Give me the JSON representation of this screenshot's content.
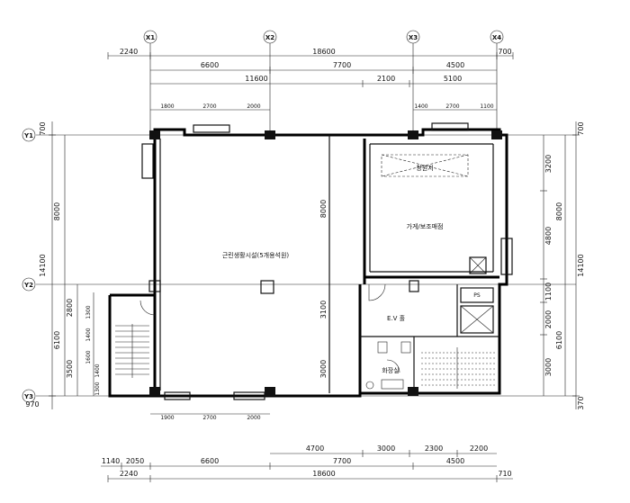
{
  "axes": {
    "x": [
      "X1",
      "X2",
      "X3",
      "X4"
    ],
    "y": [
      "Y1",
      "Y2",
      "Y3"
    ]
  },
  "top_dims": {
    "row1": [
      "2240",
      "18600",
      "700"
    ],
    "row2": [
      "6600",
      "7700",
      "4500"
    ],
    "row3": [
      "11600",
      "2100",
      "5100"
    ],
    "row4": [
      "1800",
      "2700",
      "2000",
      "1400",
      "2700",
      "1100"
    ]
  },
  "bottom_dims": {
    "row1": [
      "1900",
      "2700",
      "2000"
    ],
    "row2": [
      "4700",
      "3000",
      "2300",
      "2200"
    ],
    "row3": [
      "1140",
      "2050",
      "6600",
      "7700",
      "4500"
    ],
    "row4": [
      "2240",
      "18600",
      "710"
    ]
  },
  "left_dims": {
    "outer": [
      "700",
      "14100",
      "970"
    ],
    "mid": [
      "8000",
      "6100"
    ],
    "inner": [
      "2800",
      "3500"
    ],
    "small": [
      "1300",
      "1400",
      "1600",
      "1400",
      "1300"
    ]
  },
  "right_dims": {
    "outer": [
      "700",
      "14100",
      "370"
    ],
    "mid": [
      "8000",
      "6100"
    ],
    "inner": [
      "3200",
      "4800",
      "1100",
      "2000",
      "3000"
    ]
  },
  "interior_dims": [
    "8000",
    "3100",
    "3000"
  ],
  "rooms": {
    "main_hall": "근린생활시설(5개용석원)",
    "office_top": "창원지",
    "office_main": "가게/보조매점",
    "elevator": "E.V 홀",
    "toilet": "화장실",
    "ps": "PS"
  }
}
